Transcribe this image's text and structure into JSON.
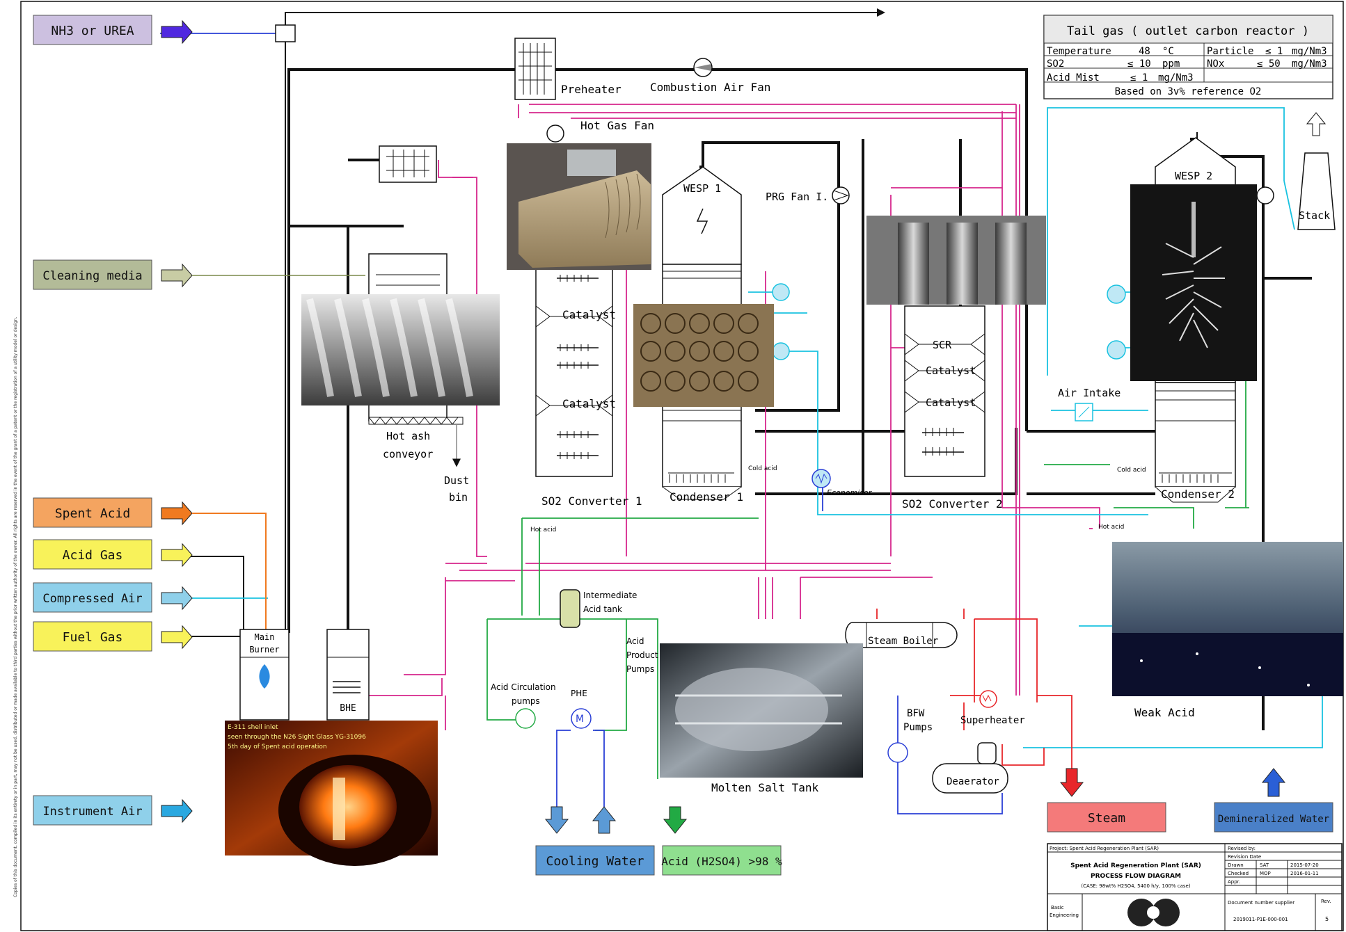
{
  "side_note": "Copies of this document, compiled in its entirety or in part, may not be used, distributed or made available to third parties without the prior written authority of the owner. All rights are reserved in the event of the grant of a patent or the registration of a utility model or design.",
  "inputs": {
    "nh3": "NH3 or UREA",
    "cleaning": "Cleaning media",
    "spent_acid": "Spent Acid",
    "acid_gas": "Acid Gas",
    "compressed_air": "Compressed Air",
    "fuel_gas": "Fuel Gas",
    "instrument_air": "Instrument Air"
  },
  "outputs": {
    "cooling_water": "Cooling Water",
    "acid_product": "Acid (H2SO4) >98 %",
    "steam": "Steam",
    "demin_water": "Demineralized Water"
  },
  "tail_gas": {
    "title": "Tail gas ( outlet carbon reactor )",
    "rows": [
      [
        "Temperature",
        "48",
        "°C",
        "Particle",
        "≤ 1",
        "mg/Nm3"
      ],
      [
        "SO2",
        "≤ 10",
        "ppm",
        "NOx",
        "≤ 50",
        "mg/Nm3"
      ],
      [
        "Acid Mist",
        "≤ 1",
        "mg/Nm3",
        "",
        "",
        ""
      ]
    ],
    "note": "Based on 3v% reference O2"
  },
  "equipment": {
    "preheater": "Preheater",
    "combustion_air_fan": "Combustion Air Fan",
    "hot_gas_fan": "Hot Gas Fan",
    "wesp1": "WESP 1",
    "prg_fan": "PRG Fan I.",
    "wesp2": "WESP 2",
    "stack": "Stack",
    "catalyst_a": "Catalyst",
    "catalyst_b": "Catalyst",
    "scr": "SCR",
    "catalyst_c": "Catalyst",
    "catalyst_d": "Catalyst",
    "so2_conv1": "SO2 Converter 1",
    "so2_conv2": "SO2 Converter 2",
    "condenser1": "Condenser 1",
    "condenser2": "Condenser 2",
    "hot_ash_1": "Hot ash",
    "hot_ash_2": "conveyor",
    "dust_1": "Dust",
    "dust_2": "bin",
    "cold_acid_1": "Cold acid",
    "cold_acid_2": "Cold acid",
    "economiser": "Economiser",
    "hot_acid_1": "Hot acid",
    "hot_acid_2": "Hot acid",
    "air_intake": "Air Intake",
    "int_tank_1": "Intermediate",
    "int_tank_2": "Acid tank",
    "acid_prod_1": "Acid",
    "acid_prod_2": "Product",
    "acid_prod_3": "Pumps",
    "acid_circ_1": "Acid Circulation",
    "acid_circ_2": "pumps",
    "phe": "PHE",
    "main_burner_1": "Main",
    "main_burner_2": "Burner",
    "bhe": "BHE",
    "steam_boiler": "Steam Boiler",
    "bfw_1": "BFW",
    "bfw_2": "Pumps",
    "superheater": "Superheater",
    "deaerator": "Deaerator",
    "molten_salt": "Molten Salt Tank",
    "weak_acid": "Weak Acid"
  },
  "photo_caption": [
    "E-311 shell inlet",
    "seen through the N26 Sight Glass YG-31096",
    "5th day of Spent acid operation"
  ],
  "title_block": {
    "project": "Project: Spent Acid Regeneration Plant (SAR)",
    "title1": "Spent Acid Regeneration Plant (SAR)",
    "title2": "PROCESS FLOW DIAGRAM",
    "title3": "(CASE: 98wt% H2SO4, 5400 h/y, 100% case)",
    "revised_by": "Revised by:",
    "revision_date": "Revision Date",
    "drawn": "Drawn",
    "drawn_by": "SAT",
    "drawn_date": "2015-07-20",
    "checked": "Checked",
    "checked_by": "MOP",
    "checked_date": "2016-01-11",
    "appr": "Appr.",
    "basic_1": "Basic",
    "basic_2": "Engineering",
    "doc_label": "Document number supplier",
    "doc_no": "2019011-P1E-000-001",
    "rev_label": "Rev.",
    "rev_no": "5"
  },
  "colors": {
    "nh3_box": "#ccc0e0",
    "cleaning_box": "#b3bb98",
    "spent_box": "#f4a460",
    "yellow_box": "#f8f25a",
    "air_box": "#8fd0ea",
    "cooling_box": "#5b9ad6",
    "acid_box": "#8fdf8f",
    "steam_box": "#f47a7a",
    "demin_box": "#4a80c8",
    "hot_line": "#d6268c",
    "steam_line": "#e8262a",
    "air_line": "#19c2e0",
    "acid_line": "#22aa44",
    "water_line": "#2a3fd6"
  }
}
